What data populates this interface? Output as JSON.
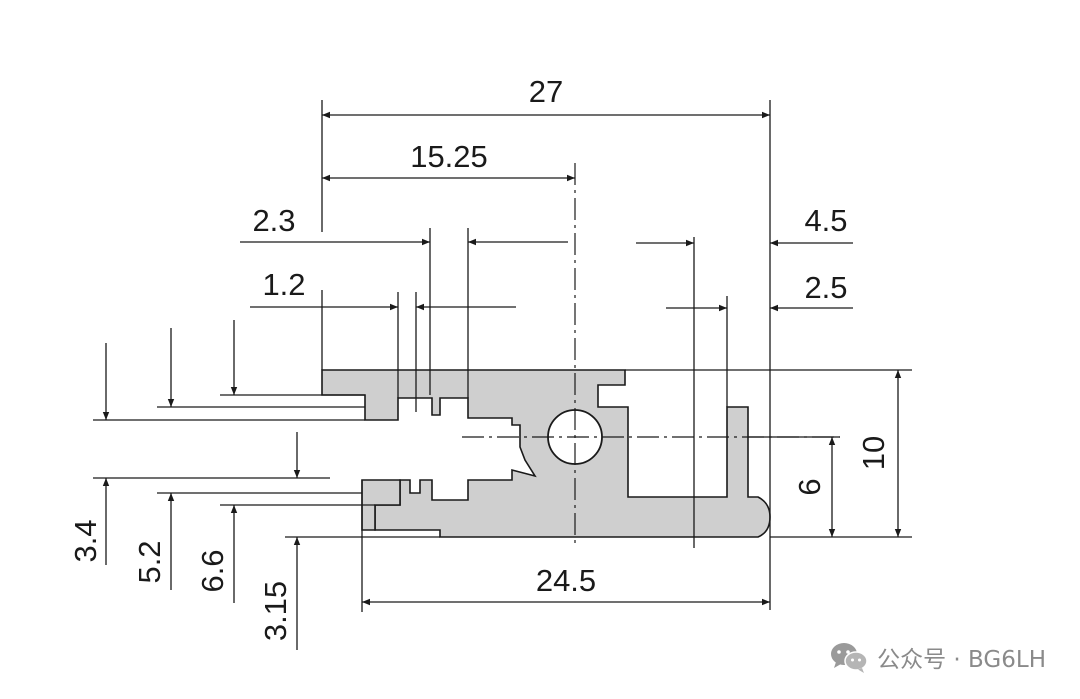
{
  "dimensions": {
    "overall_width": "27",
    "center_offset": "15.25",
    "slot_a": "2.3",
    "slot_b": "1.2",
    "right_a": "4.5",
    "right_b": "2.5",
    "bottom_width": "24.5",
    "overall_height": "10",
    "center_height": "6",
    "v_a": "3.4",
    "v_b": "5.2",
    "v_c": "6.6",
    "v_d": "3.15"
  },
  "watermark": {
    "text": "公众号 · BG6LH"
  },
  "colors": {
    "profile_fill": "#cfcfcf",
    "line": "#1a1a1a",
    "watermark": "#8a8a8a"
  },
  "icons": {
    "watermark": "wechat-icon"
  }
}
